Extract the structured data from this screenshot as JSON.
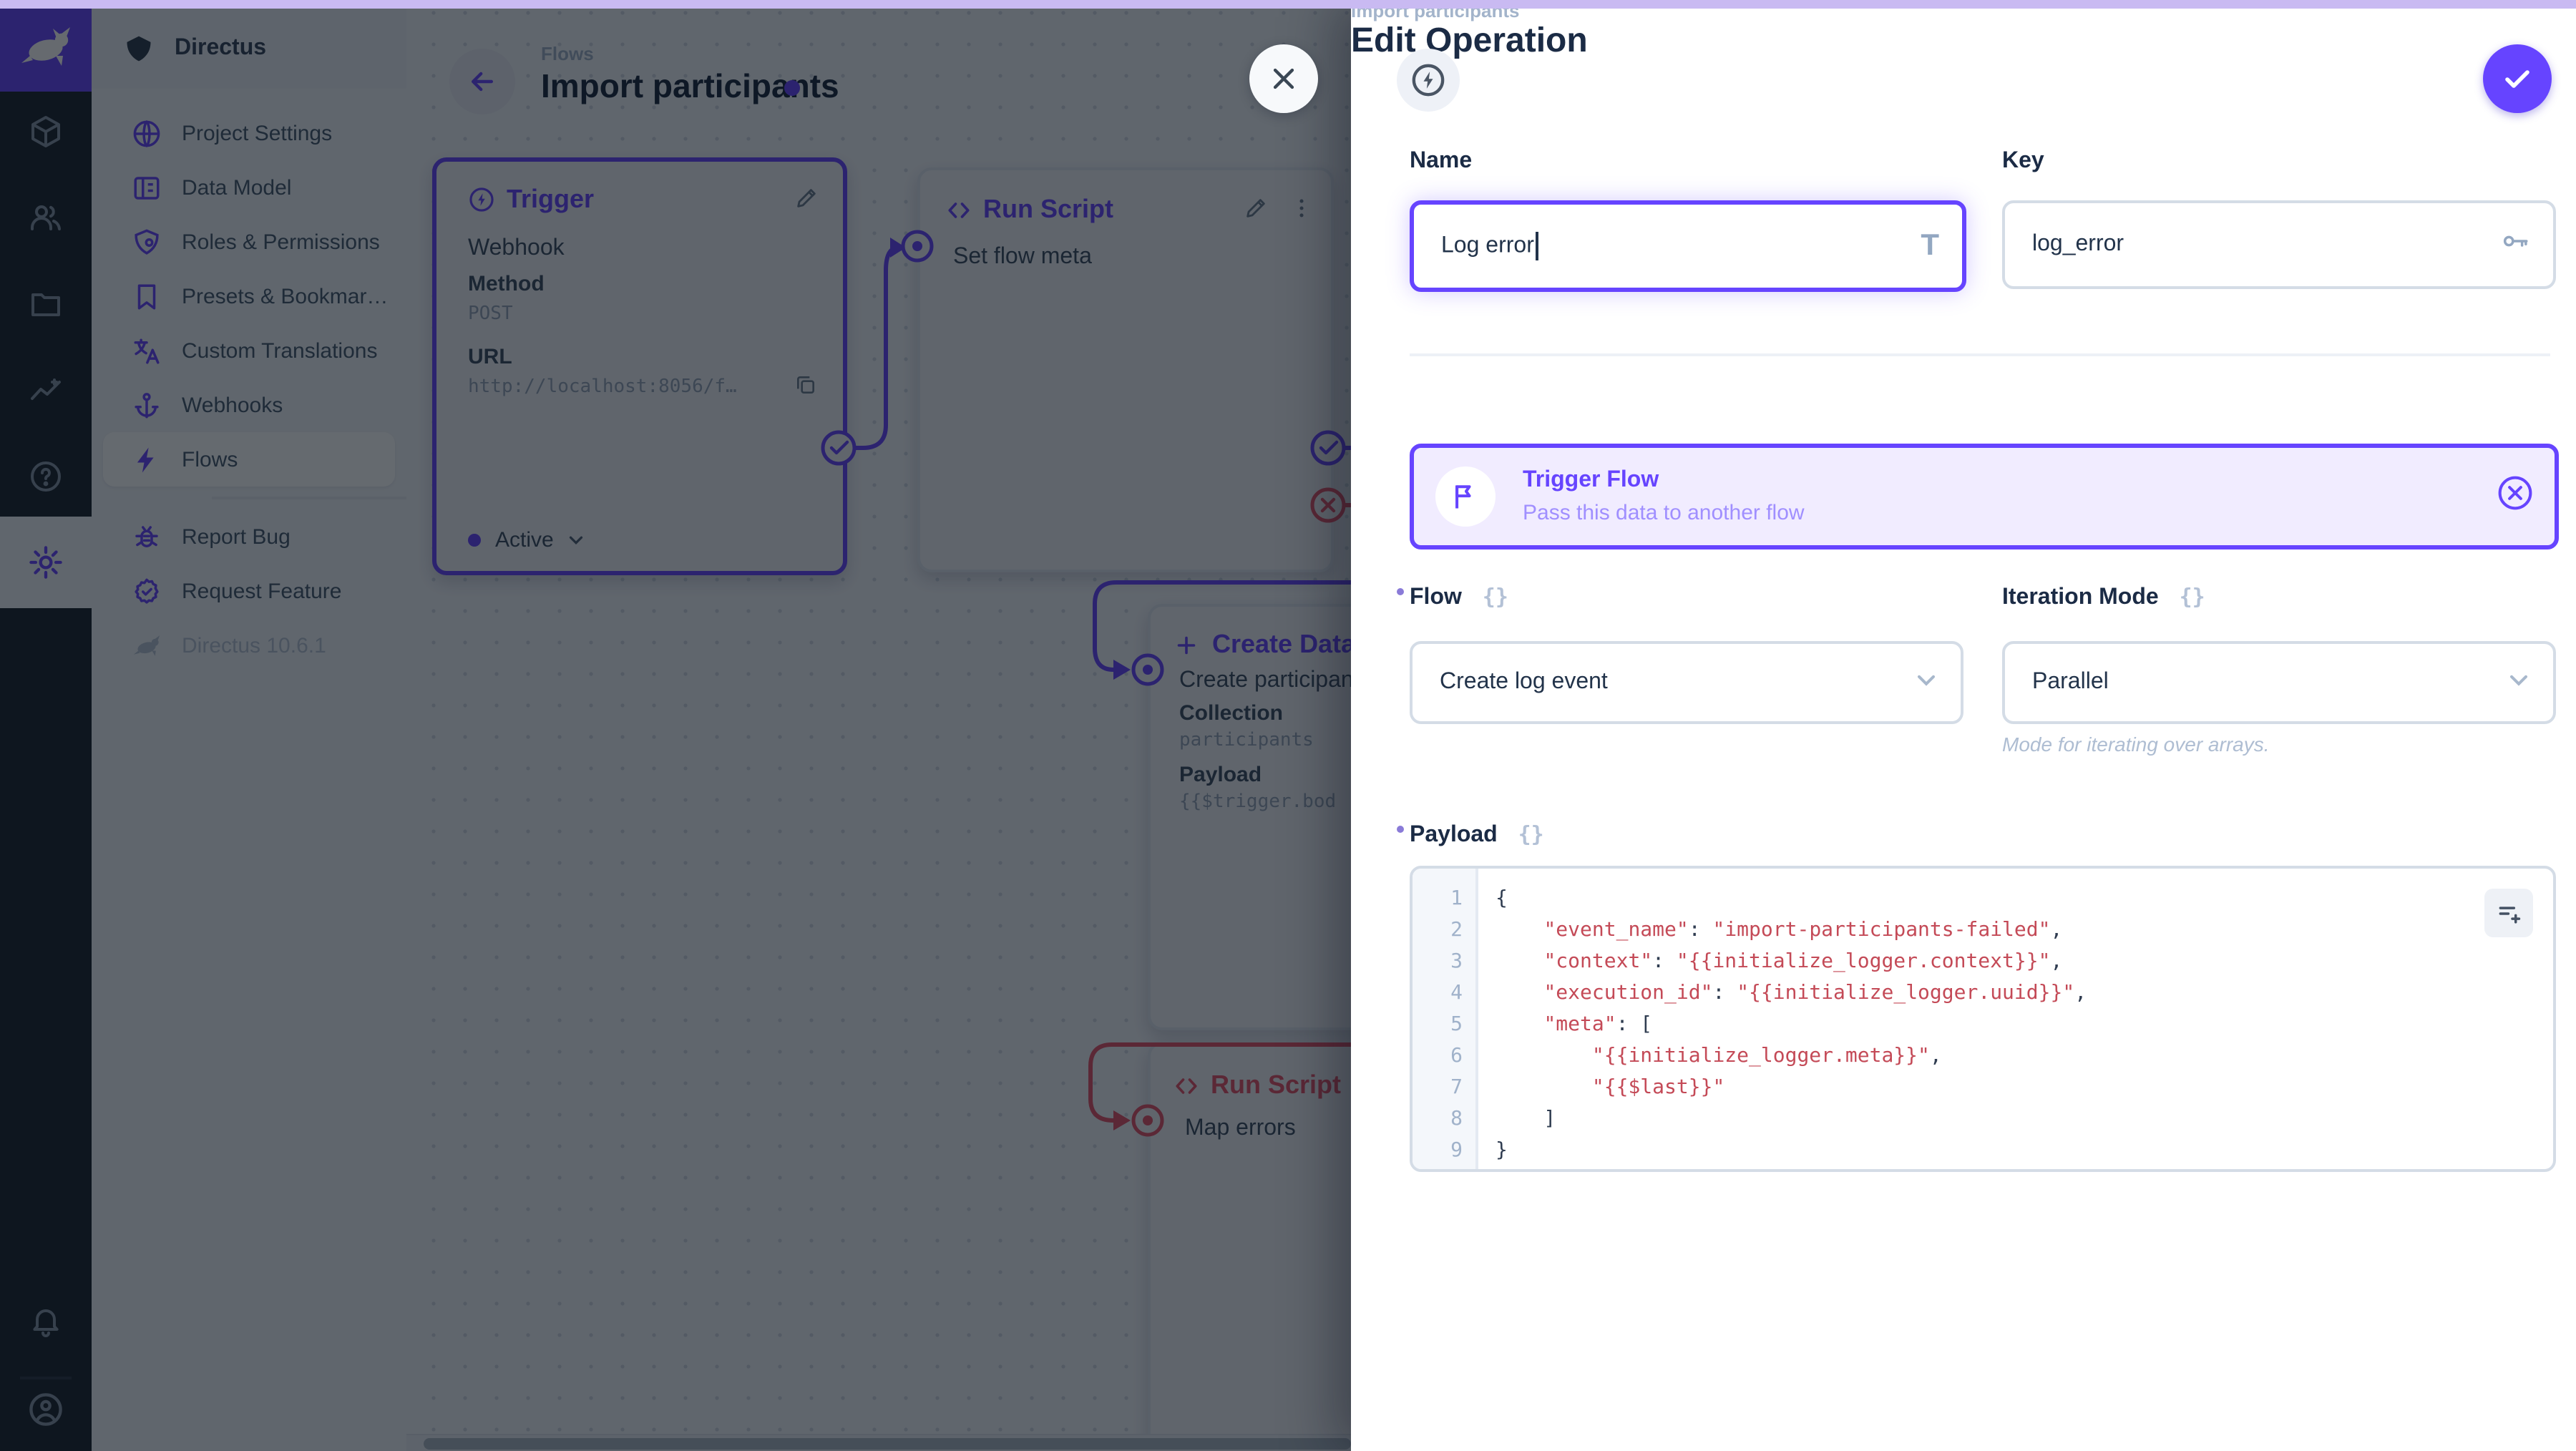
{
  "app": {
    "accent_color": "#6644ff",
    "danger_color": "#e35169",
    "version_label": "Directus 10.6.1"
  },
  "module_bar": {
    "modules": [
      {
        "icon": "cube-icon"
      },
      {
        "icon": "people-icon"
      },
      {
        "icon": "folder-icon"
      },
      {
        "icon": "activity-icon"
      },
      {
        "icon": "help-icon"
      },
      {
        "icon": "gear-icon",
        "active": true
      }
    ],
    "bottom": [
      {
        "icon": "bell-icon"
      },
      {
        "icon": "avatar-icon"
      }
    ]
  },
  "sidebar": {
    "project": "Directus",
    "items": [
      {
        "icon": "globe-icon",
        "label": "Project Settings"
      },
      {
        "icon": "data-model-icon",
        "label": "Data Model"
      },
      {
        "icon": "shield-icon",
        "label": "Roles & Permissions"
      },
      {
        "icon": "bookmark-icon",
        "label": "Presets & Bookmar…"
      },
      {
        "icon": "translate-icon",
        "label": "Custom Translations"
      },
      {
        "icon": "anchor-icon",
        "label": "Webhooks"
      },
      {
        "icon": "bolt-icon",
        "label": "Flows",
        "active": true
      }
    ],
    "footer": [
      {
        "icon": "bug-icon",
        "label": "Report Bug"
      },
      {
        "icon": "rosette-check-icon",
        "label": "Request Feature"
      }
    ],
    "version": "Directus 10.6.1"
  },
  "canvas": {
    "breadcrumb": "Flows",
    "title": "Import participants",
    "trigger_panel": {
      "title": "Trigger",
      "type": "Webhook",
      "method_label": "Method",
      "method": "POST",
      "url_label": "URL",
      "url": "http://localhost:8056/f…",
      "status": "Active"
    },
    "run_script_panel": {
      "title": "Run Script",
      "name": "Set flow meta"
    },
    "create_data_panel": {
      "title": "Create Data",
      "name": "Create participant",
      "collection_label": "Collection",
      "collection": "participants",
      "payload_label": "Payload",
      "payload_preview": "{{$trigger.bod"
    },
    "map_errors_panel": {
      "title": "Run Script",
      "name": "Map errors"
    }
  },
  "drawer": {
    "breadcrumb": "Import participants",
    "title": "Edit Operation",
    "name_field": {
      "label": "Name",
      "value": "Log error"
    },
    "key_field": {
      "label": "Key",
      "value": "log_error"
    },
    "operation_card": {
      "title": "Trigger Flow",
      "description": "Pass this data to another flow"
    },
    "flow_field": {
      "label": "Flow",
      "value": "Create log event"
    },
    "iteration_field": {
      "label": "Iteration Mode",
      "value": "Parallel",
      "note": "Mode for iterating over arrays."
    },
    "payload_field": {
      "label": "Payload",
      "lines": [
        {
          "n": 1,
          "parts": [
            [
              "{",
              "p"
            ]
          ]
        },
        {
          "n": 2,
          "parts": [
            [
              "    ",
              "p"
            ],
            [
              "\"event_name\"",
              "s"
            ],
            [
              ": ",
              "p"
            ],
            [
              "\"import-participants-failed\"",
              "s"
            ],
            [
              ",",
              "p"
            ]
          ]
        },
        {
          "n": 3,
          "parts": [
            [
              "    ",
              "p"
            ],
            [
              "\"context\"",
              "s"
            ],
            [
              ": ",
              "p"
            ],
            [
              "\"{{initialize_logger.context}}\"",
              "s"
            ],
            [
              ",",
              "p"
            ]
          ]
        },
        {
          "n": 4,
          "parts": [
            [
              "    ",
              "p"
            ],
            [
              "\"execution_id\"",
              "s"
            ],
            [
              ": ",
              "p"
            ],
            [
              "\"{{initialize_logger.uuid}}\"",
              "s"
            ],
            [
              ",",
              "p"
            ]
          ]
        },
        {
          "n": 5,
          "parts": [
            [
              "    ",
              "p"
            ],
            [
              "\"meta\"",
              "s"
            ],
            [
              ": [",
              "p"
            ]
          ]
        },
        {
          "n": 6,
          "parts": [
            [
              "        ",
              "p"
            ],
            [
              "\"{{initialize_logger.meta}}\"",
              "s"
            ],
            [
              ",",
              "p"
            ]
          ]
        },
        {
          "n": 7,
          "parts": [
            [
              "        ",
              "p"
            ],
            [
              "\"{{$last}}\"",
              "s"
            ]
          ]
        },
        {
          "n": 8,
          "parts": [
            [
              "    ]",
              "p"
            ]
          ]
        },
        {
          "n": 9,
          "parts": [
            [
              "}",
              "p"
            ]
          ]
        }
      ]
    }
  }
}
